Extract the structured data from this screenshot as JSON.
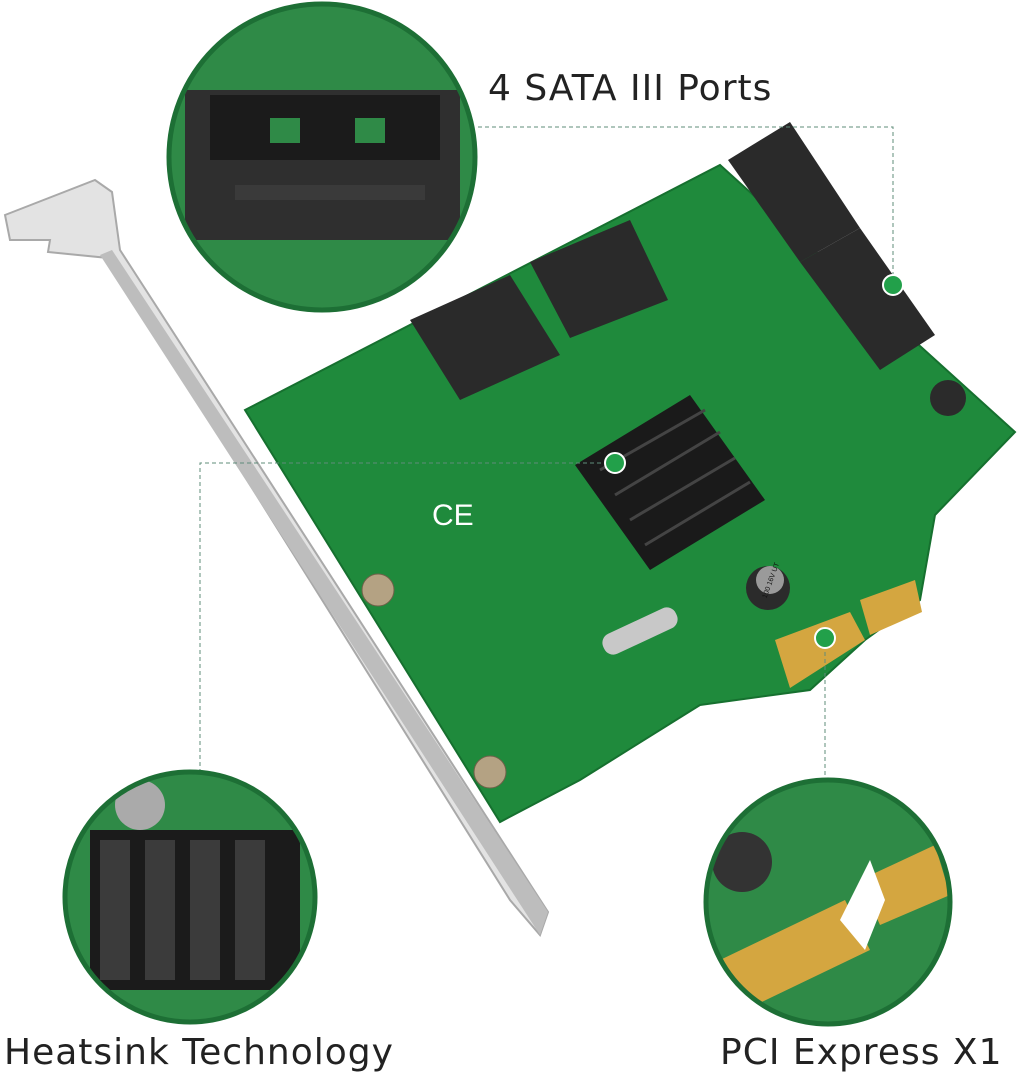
{
  "callouts": {
    "sata": "4 SATA III Ports",
    "heatsink": "Heatsink Technology",
    "pcie": "PCI Express X1"
  },
  "board_markings": [
    "CE",
    "100 16V UT"
  ],
  "colors": {
    "pcb_green": "#1f8a3c",
    "marker_green": "#22a04a",
    "gold": "#d4a640",
    "bracket": "#d9d9d9",
    "connector": "#2a2a2a",
    "dash": "#5f8c7a"
  }
}
